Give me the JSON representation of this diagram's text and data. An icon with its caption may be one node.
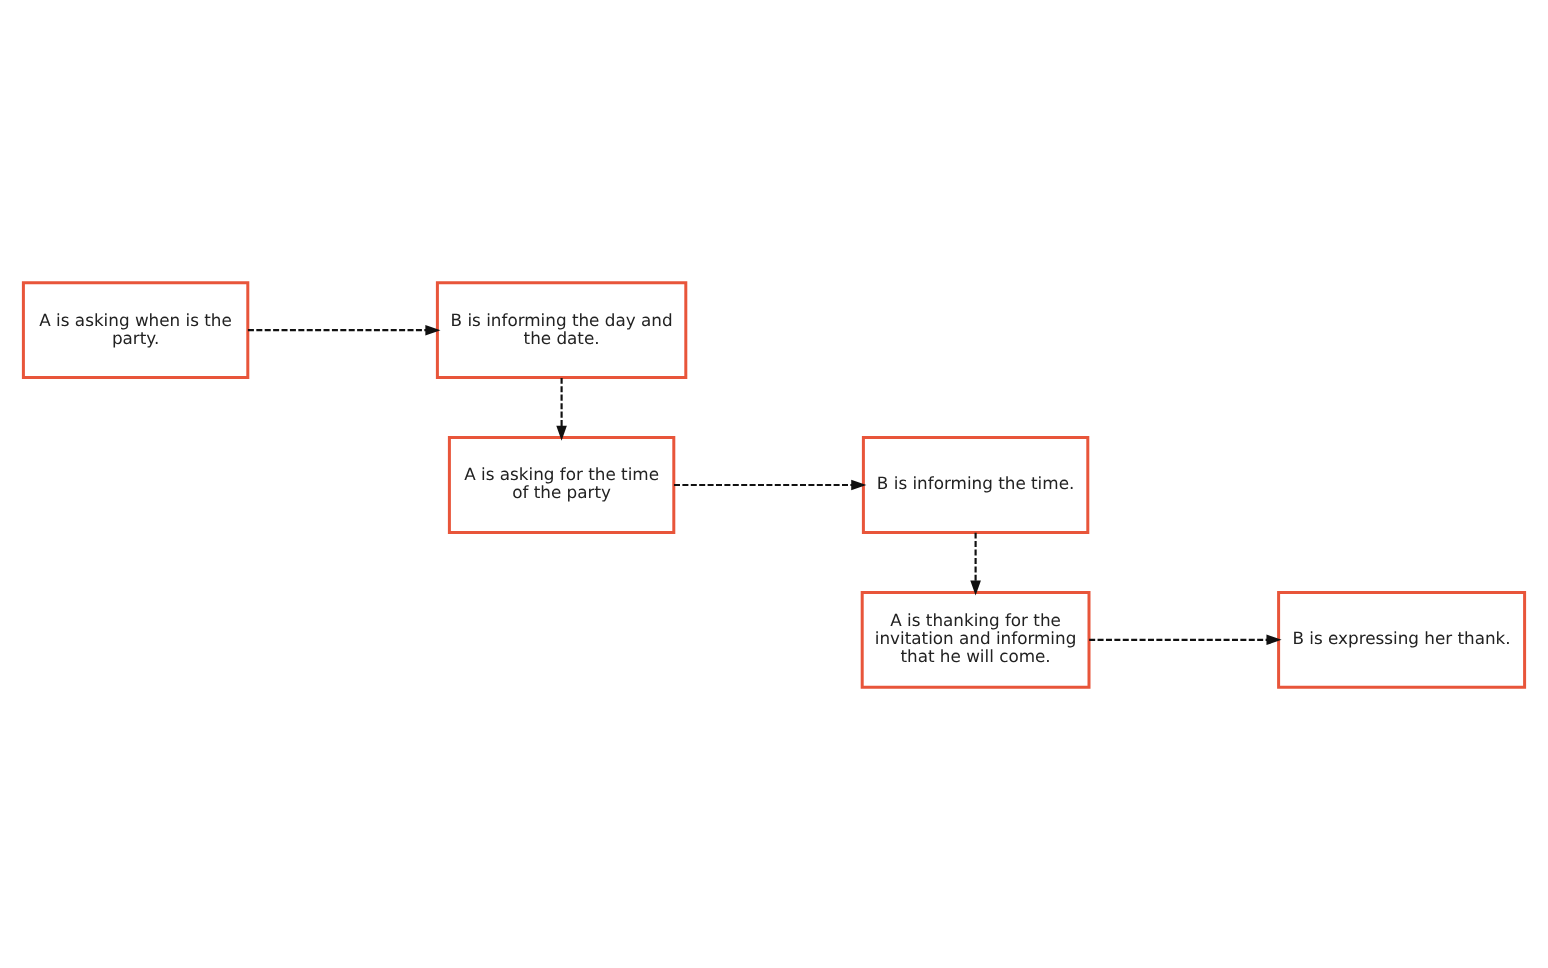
{
  "diagram": {
    "nodes": [
      {
        "text": [
          "A is asking when is the party."
        ]
      },
      {
        "text": [
          "B is informing the day and the date."
        ]
      },
      {
        "text": [
          "A is asking for the time of the party"
        ]
      },
      {
        "text": [
          "B is informing the time."
        ]
      },
      {
        "text": [
          "A is thanking for the invitation and informing that he will come."
        ]
      },
      {
        "text": [
          "B is expressing her thank."
        ]
      }
    ],
    "edges": [
      {
        "from": 0,
        "to": 1,
        "arrow": "to",
        "style": "dashed"
      },
      {
        "from": 1,
        "to": 2,
        "arrow": "to",
        "style": "dashed"
      },
      {
        "from": 2,
        "to": 3,
        "arrow": "to",
        "style": "dashed"
      },
      {
        "from": 3,
        "to": 4,
        "arrow": "to",
        "style": "dashed"
      },
      {
        "from": 4,
        "to": 5,
        "arrow": "to",
        "style": "dashed"
      }
    ]
  }
}
